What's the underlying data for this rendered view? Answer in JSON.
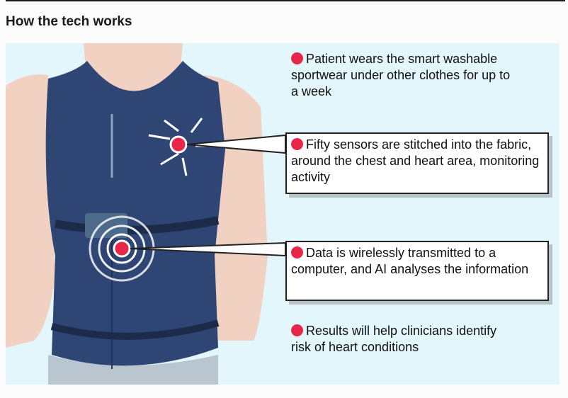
{
  "title": "How the tech works",
  "steps": [
    {
      "text": "Patient wears the smart washable sportwear under other clothes for up to a week"
    },
    {
      "text": "Fifty sensors are stitched into the fabric, around the chest and heart area, monitoring activity"
    },
    {
      "text": "Data is wirelessly transmitted to a computer, and AI analyses the information"
    },
    {
      "text": "Results will help clinicians identify risk of heart conditions"
    }
  ],
  "colors": {
    "accent": "#e8264a",
    "panel": "#e3f6fb",
    "vest": "#2f4675",
    "skin": "#f1d2c2"
  }
}
